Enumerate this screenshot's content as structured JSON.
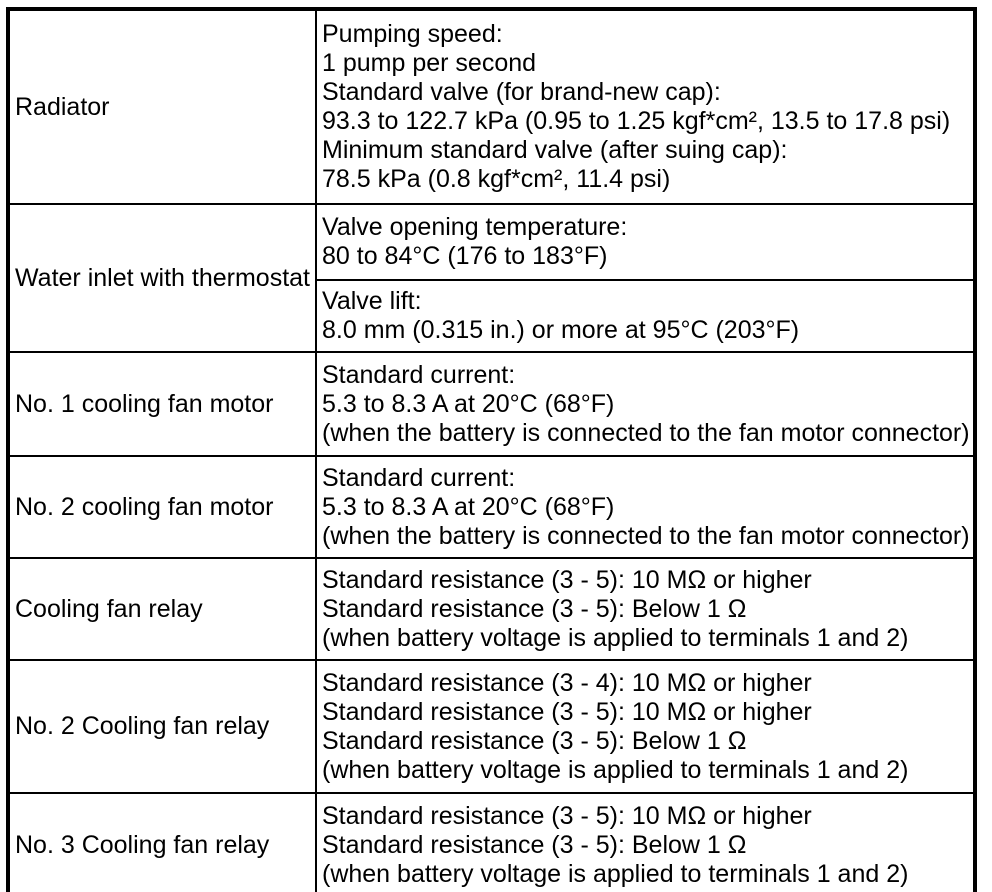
{
  "colors": {
    "border": "#000000",
    "background": "#ffffff",
    "text": "#000000"
  },
  "table": {
    "columns": [
      "component",
      "specification"
    ],
    "rows": [
      {
        "component": "Radiator",
        "cells": [
          [
            "Pumping speed:",
            "1 pump per second",
            "Standard valve (for brand-new cap):",
            "93.3 to 122.7 kPa (0.95 to 1.25 kgf*cm², 13.5 to 17.8 psi)",
            "Minimum standard valve (after suing cap):",
            "78.5 kPa (0.8 kgf*cm², 11.4 psi)"
          ]
        ]
      },
      {
        "component": "Water inlet with thermostat",
        "cells": [
          [
            "Valve opening temperature:",
            "80 to 84°C (176 to 183°F)"
          ],
          [
            "Valve lift:",
            "8.0 mm (0.315 in.) or more at 95°C (203°F)"
          ]
        ]
      },
      {
        "component": "No. 1 cooling fan motor",
        "cells": [
          [
            "Standard current:",
            "5.3 to 8.3 A at 20°C (68°F)",
            "(when the battery is connected to the fan motor connector)"
          ]
        ]
      },
      {
        "component": "No. 2 cooling fan motor",
        "cells": [
          [
            "Standard current:",
            "5.3 to 8.3 A at 20°C (68°F)",
            "(when the battery is connected to the fan motor connector)"
          ]
        ]
      },
      {
        "component": "Cooling fan relay",
        "cells": [
          [
            "Standard resistance (3 - 5): 10 MΩ or higher",
            "Standard resistance (3 - 5): Below 1 Ω",
            "(when battery voltage is applied to terminals 1 and 2)"
          ]
        ]
      },
      {
        "component": "No. 2 Cooling fan relay",
        "cells": [
          [
            "Standard resistance (3 - 4): 10 MΩ or higher",
            "Standard resistance (3 - 5): 10 MΩ or higher",
            "Standard resistance (3 - 5): Below 1 Ω",
            "(when battery voltage is applied to terminals 1 and 2)"
          ]
        ]
      },
      {
        "component": "No. 3 Cooling fan relay",
        "cells": [
          [
            "Standard resistance (3 - 5): 10 MΩ or higher",
            "Standard resistance (3 - 5): Below 1 Ω",
            "(when battery voltage is applied to terminals 1 and 2)"
          ]
        ]
      }
    ]
  }
}
